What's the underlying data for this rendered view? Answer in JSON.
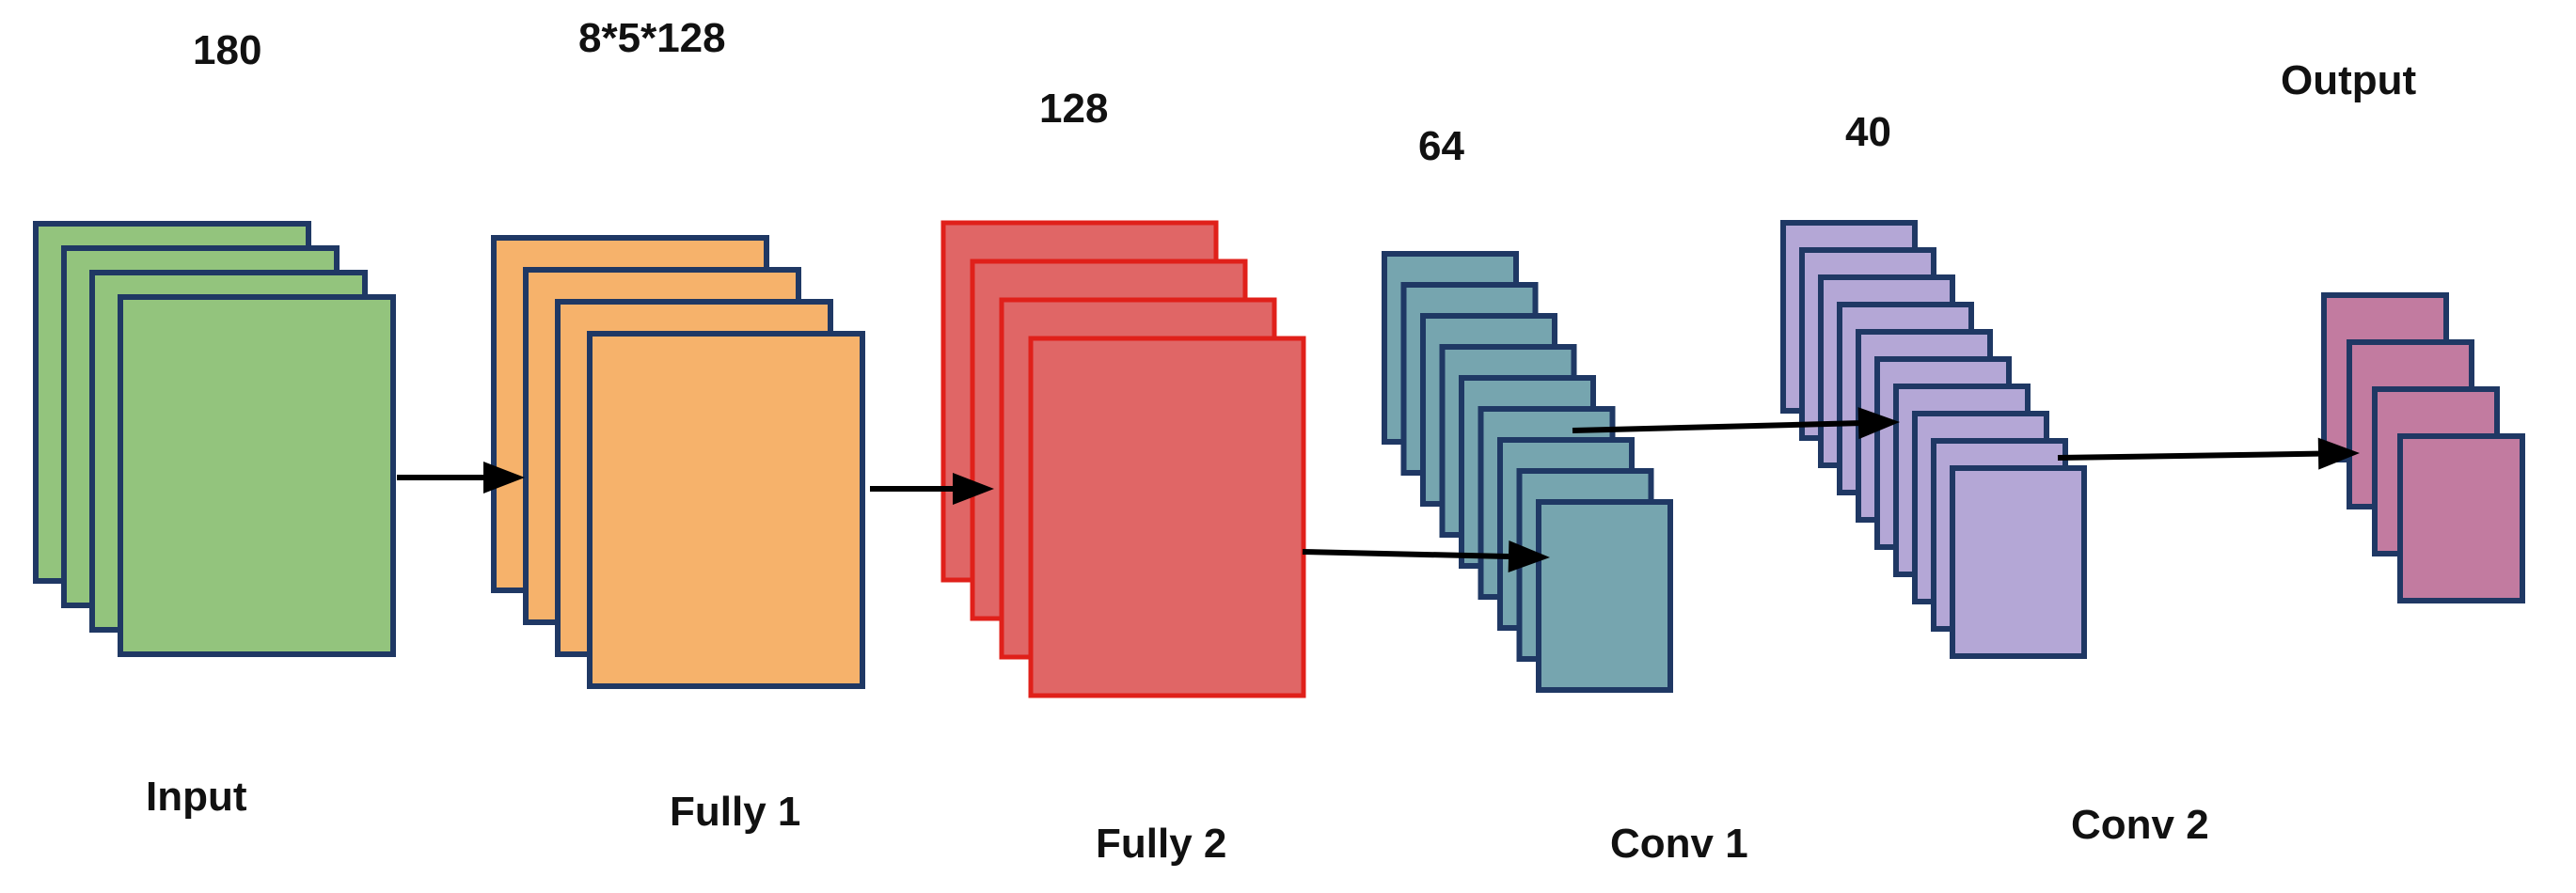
{
  "layers": [
    {
      "id": "input",
      "name": "Input",
      "size": "180",
      "fill": "#93c47d",
      "stroke": "#1f3864",
      "count": 4
    },
    {
      "id": "fully1",
      "name": "Fully 1",
      "size": "8*5*128",
      "fill": "#f6b26b",
      "stroke": "#1f3864",
      "count": 4
    },
    {
      "id": "fully2",
      "name": "Fully 2",
      "size": "128",
      "fill": "#e06666",
      "stroke": "#e0201a",
      "count": 4
    },
    {
      "id": "conv1",
      "name": "Conv 1",
      "size": "64",
      "fill": "#76a5af",
      "stroke": "#1f3864",
      "count": 9
    },
    {
      "id": "conv2",
      "name": "Conv 2",
      "size": "40",
      "fill": "#b4a7d6",
      "stroke": "#1f3864",
      "count": 10
    },
    {
      "id": "output",
      "name": "",
      "size": "Output",
      "fill": "#c27ba0",
      "stroke": "#1f3864",
      "count": 4
    }
  ],
  "colors": {
    "arrow": "#000000",
    "text": "#111111"
  }
}
